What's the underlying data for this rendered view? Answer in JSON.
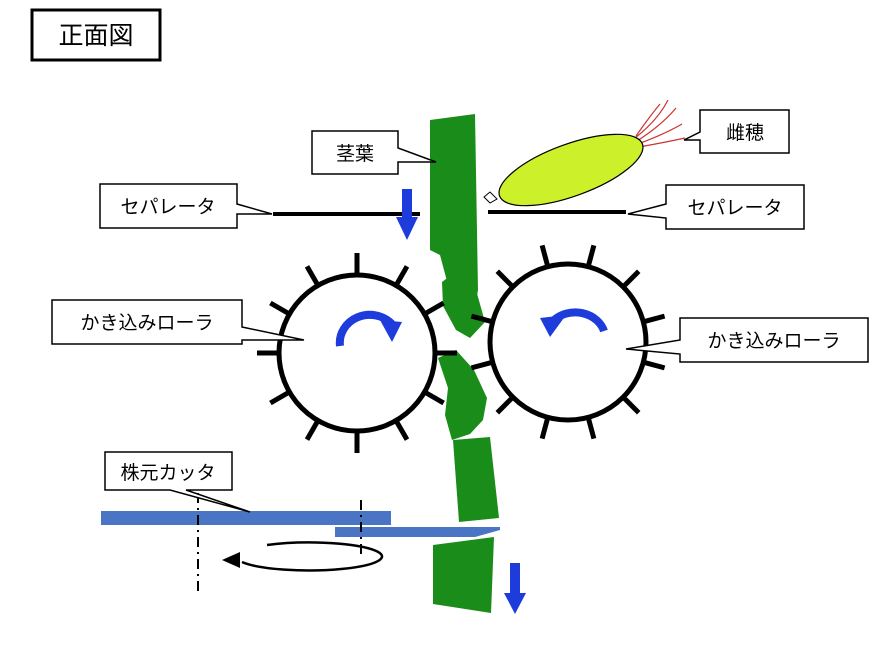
{
  "title": "正面図",
  "labels": {
    "stem": "茎葉",
    "ear": "雌穂",
    "separator_left": "セパレータ",
    "separator_right": "セパレータ",
    "roller_left": "かき込みローラ",
    "roller_right": "かき込みローラ",
    "cutter": "株元カッタ"
  },
  "colors": {
    "stem": "#1a8c1a",
    "ear": "#ccf02a",
    "arrow": "#1e3cdc",
    "cutter": "#4a74c4",
    "line": "#000000"
  }
}
